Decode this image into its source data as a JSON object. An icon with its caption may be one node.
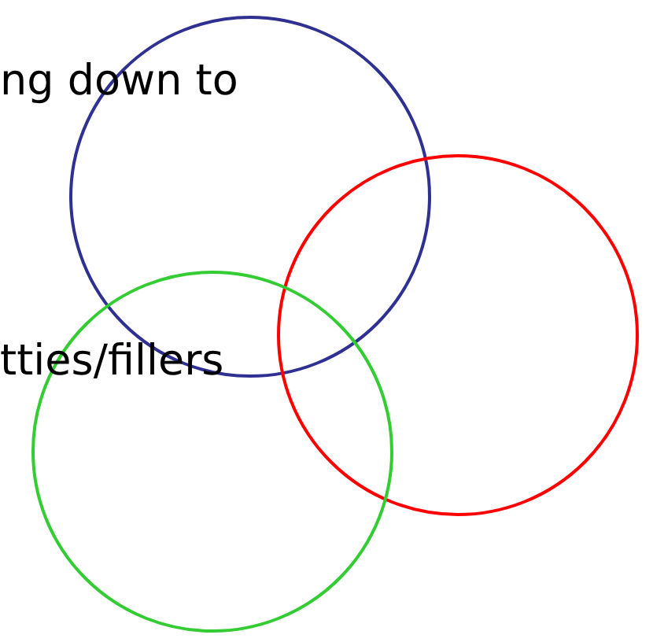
{
  "diagram": {
    "nodes": [
      {
        "text": [],
        "shape": "circle"
      },
      {
        "text": [],
        "shape": "circle"
      },
      {
        "text": [],
        "shape": "circle"
      }
    ],
    "labels": [
      "ng down to",
      "tties/fillers"
    ]
  }
}
